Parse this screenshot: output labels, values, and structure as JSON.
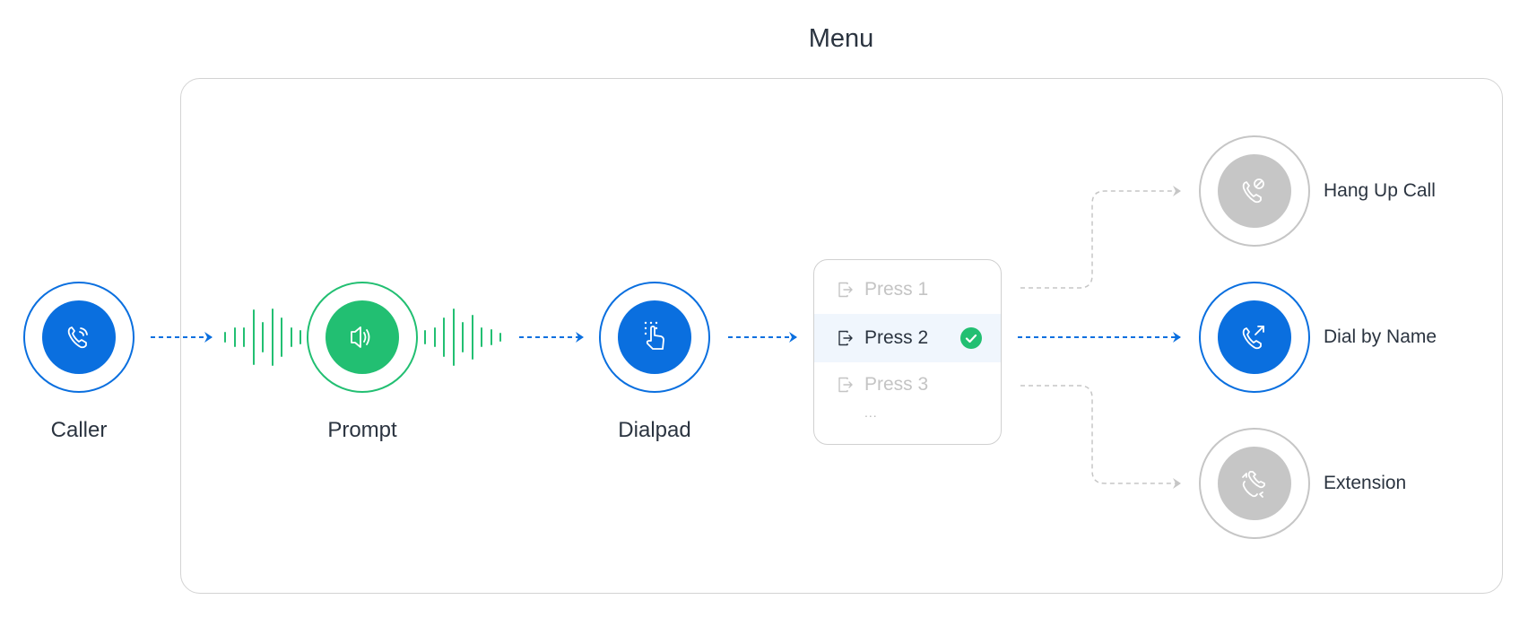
{
  "title": "Menu",
  "colors": {
    "blue": "#0a6fdf",
    "green": "#22bf72",
    "gray": "#c6c6c6",
    "text": "#2b3440",
    "muted_text": "#c4c4c4",
    "highlight_bg": "#f0f6fd",
    "border": "#d3d3d3"
  },
  "nodes": [
    {
      "id": "caller",
      "label": "Caller",
      "icon": "phone-ringing-icon",
      "state": "active-blue"
    },
    {
      "id": "prompt",
      "label": "Prompt",
      "icon": "speaker-icon",
      "state": "active-green"
    },
    {
      "id": "dialpad",
      "label": "Dialpad",
      "icon": "keypad-touch-icon",
      "state": "active-blue"
    }
  ],
  "menu": {
    "items": [
      {
        "label": "Press 1",
        "icon": "exit-door-icon",
        "selected": false
      },
      {
        "label": "Press 2",
        "icon": "exit-door-icon",
        "selected": true
      },
      {
        "label": "Press 3",
        "icon": "exit-door-icon",
        "selected": false
      }
    ],
    "more": "..."
  },
  "outcomes": [
    {
      "id": "hang-up",
      "label": "Hang Up Call",
      "icon": "phone-block-icon",
      "state": "inactive"
    },
    {
      "id": "dial-by-name",
      "label": "Dial by Name",
      "icon": "phone-outgoing-icon",
      "state": "active"
    },
    {
      "id": "extension",
      "label": "Extension",
      "icon": "phone-transfer-icon",
      "state": "inactive"
    }
  ]
}
